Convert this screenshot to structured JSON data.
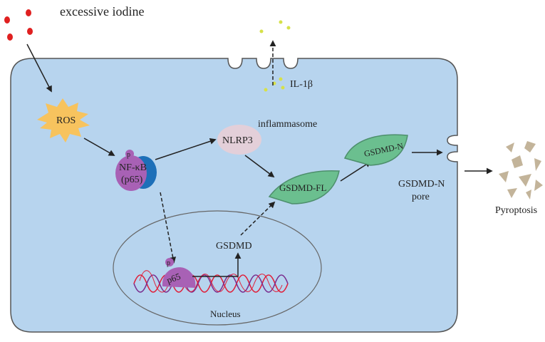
{
  "labels": {
    "excessive_iodine": "excessive iodine",
    "il1b": "IL-1β",
    "ros": "ROS",
    "inflammasome": "inflammasome",
    "nlrp3": "NLRP3",
    "nfkb_p": "p",
    "nfkb": "NF-κB",
    "nfkb_p65": "(p65)",
    "gsdmd_fl": "GSDMD-FL",
    "gsdmd_n": "GSDMD-N",
    "gsdmd_n_pore_line1": "GSDMD-N",
    "gsdmd_n_pore_line2": "pore",
    "pyroptosis": "Pyroptosis",
    "gsdmd": "GSDMD",
    "p65_p": "p",
    "p65": "p65",
    "nucleus": "Nucleus"
  },
  "colors": {
    "cell_fill": "#b7d4ee",
    "cell_stroke": "#555555",
    "iodine_dots": "#e02020",
    "il1b_dots": "#d6e14a",
    "ros_burst": "#f7c35e",
    "nfkb_purple": "#a861b5",
    "nfkb_blue": "#1d6fb8",
    "nlrp3_fill": "#e3cfd9",
    "gsdmd_fill": "#6bbf8f",
    "gsdmd_stroke": "#4d8f6c",
    "debris": "#c3b49a",
    "dna_red": "#e0203a",
    "dna_purple": "#7a2f8f"
  }
}
